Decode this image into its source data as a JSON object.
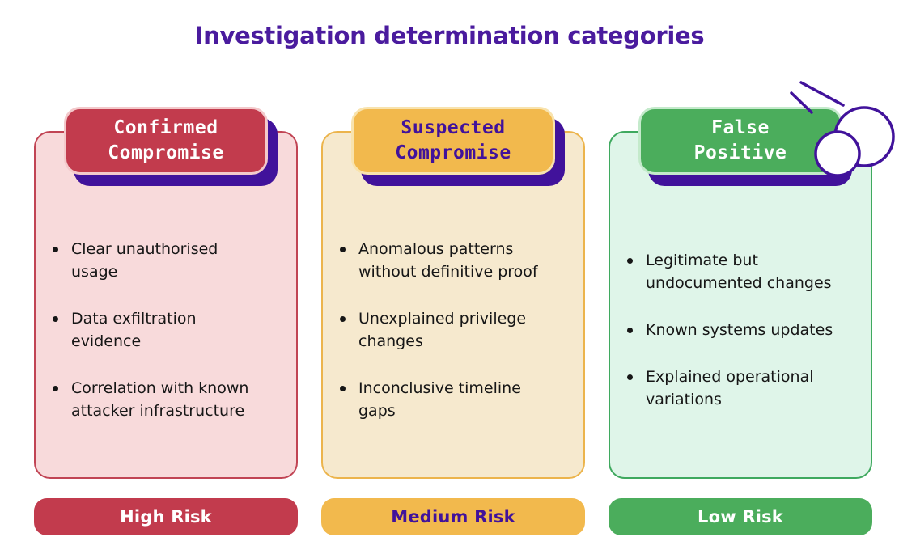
{
  "title": "Investigation determination categories",
  "accent": {
    "purple": "#41129B",
    "title_text": "#4A1B9E"
  },
  "decoration": {
    "name": "comet-doodle",
    "stroke_color": "#41129B",
    "fill_color": "#FFFFFF"
  },
  "columns": [
    {
      "id": "confirmed-compromise",
      "header": "Confirmed\nCompromise",
      "items": [
        "Clear unauthorised\nusage",
        "Data exfiltration\nevidence",
        "Correlation with known\nattacker infrastructure"
      ],
      "risk_label": "High Risk",
      "colors": {
        "header_bg": "#C23B4D",
        "header_text": "#FFFFFF",
        "header_border": "#F3C9CB",
        "card_bg": "#F8DADB",
        "card_border": "#C14454",
        "badge_bg": "#C23B4D",
        "badge_text": "#FFFFFF"
      }
    },
    {
      "id": "suspected-compromise",
      "header": "Suspected\nCompromise",
      "items": [
        "Anomalous patterns\nwithout definitive proof",
        "Unexplained privilege\nchanges",
        "Inconclusive timeline\ngaps"
      ],
      "risk_label": "Medium Risk",
      "colors": {
        "header_bg": "#F2B94D",
        "header_text": "#41129B",
        "header_border": "#F8E3AE",
        "card_bg": "#F6E9CE",
        "card_border": "#ECB44C",
        "badge_bg": "#F2B94D",
        "badge_text": "#41129B"
      }
    },
    {
      "id": "false-positive",
      "header": "False\nPositive",
      "items": [
        "Legitimate but\nundocumented changes",
        "Known systems updates",
        "Explained operational\nvariations"
      ],
      "risk_label": "Low Risk",
      "colors": {
        "header_bg": "#4BAD5C",
        "header_text": "#FFFFFF",
        "header_border": "#C4EACB",
        "card_bg": "#DFF5E9",
        "card_border": "#3FA95F",
        "badge_bg": "#4BAD5C",
        "badge_text": "#FFFFFF"
      }
    }
  ]
}
